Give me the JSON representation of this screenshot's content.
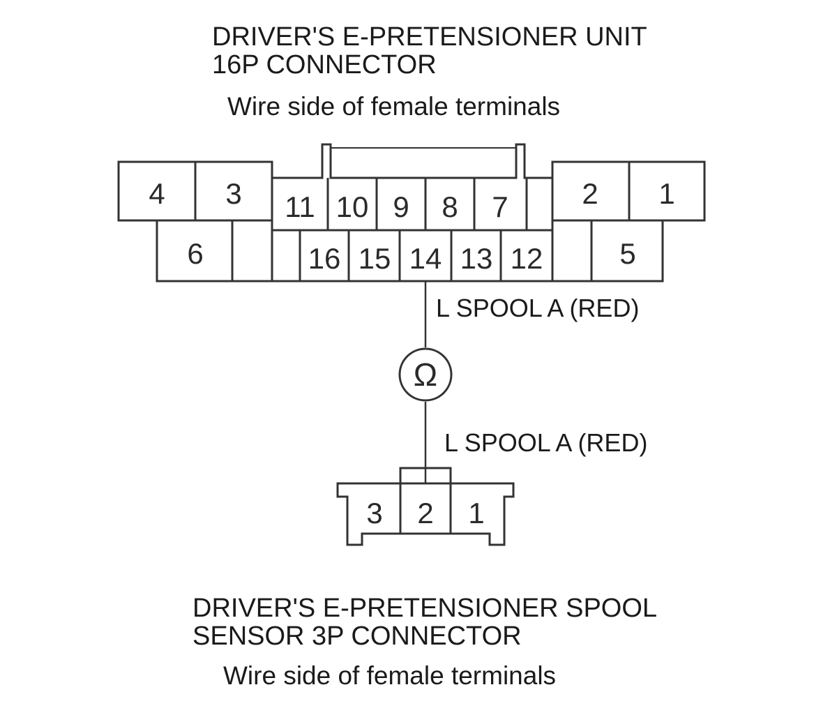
{
  "unit_connector": {
    "title_line1": "DRIVER'S E-PRETENSIONER UNIT",
    "title_line2": "16P CONNECTOR",
    "view_note": "Wire side of female terminals",
    "terminals": {
      "t1": "1",
      "t2": "2",
      "t3": "3",
      "t4": "4",
      "t5": "5",
      "t6": "6",
      "t7": "7",
      "t8": "8",
      "t9": "9",
      "t10": "10",
      "t11": "11",
      "t12": "12",
      "t13": "13",
      "t14": "14",
      "t15": "15",
      "t16": "16"
    }
  },
  "sensor_connector": {
    "title_line1": "DRIVER'S E-PRETENSIONER SPOOL",
    "title_line2": "SENSOR 3P CONNECTOR",
    "view_note": "Wire side of female terminals",
    "terminals": {
      "t1": "1",
      "t2": "2",
      "t3": "3"
    }
  },
  "wires": {
    "upper_label": "L SPOOL A (RED)",
    "lower_label": "L SPOOL A (RED)"
  },
  "meter": {
    "symbol": "Ω"
  }
}
